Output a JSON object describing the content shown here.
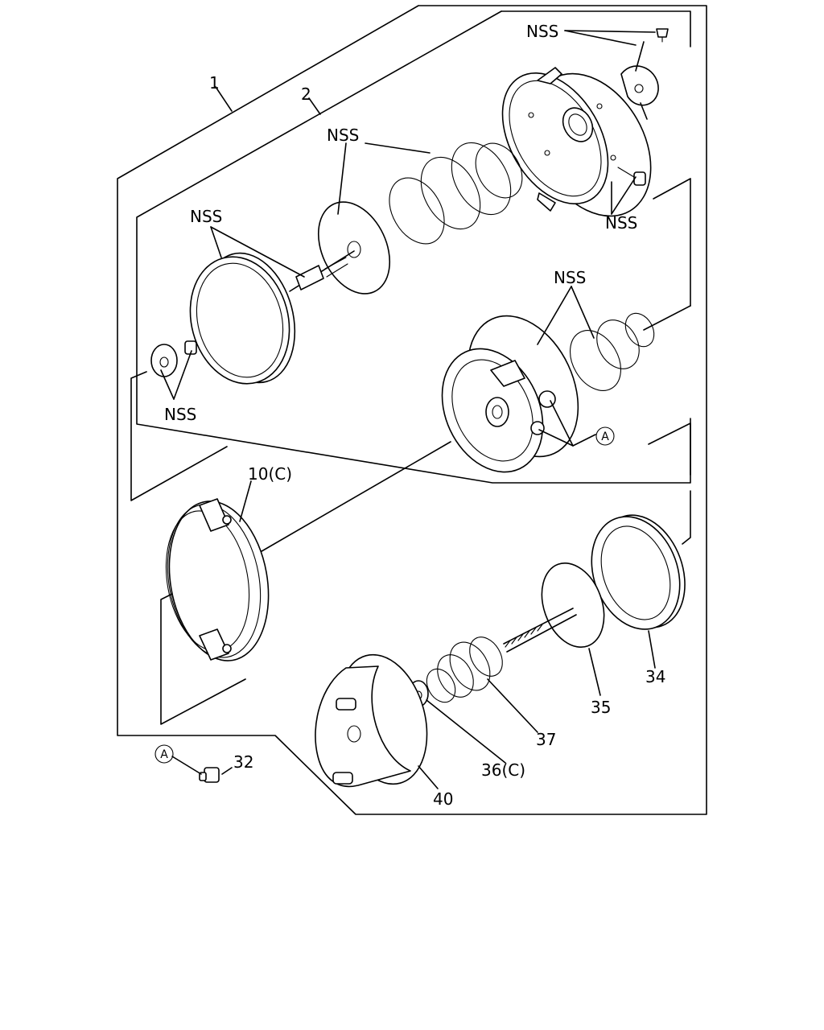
{
  "diagram": {
    "callouts": {
      "assy_outer": "1",
      "assy_inner": "2",
      "nss_top_right": "NSS",
      "nss_spring": "NSS",
      "nss_left": "NSS",
      "nss_bracket": "NSS",
      "nss_inner_spring": "NSS",
      "nss_washer": "NSS",
      "clamp": "10(C)",
      "part_34": "34",
      "part_35": "35",
      "part_37": "37",
      "part_36": "36(C)",
      "part_40": "40",
      "part_32": "32",
      "ref_a_main": "A",
      "ref_a_detail": "A"
    }
  }
}
